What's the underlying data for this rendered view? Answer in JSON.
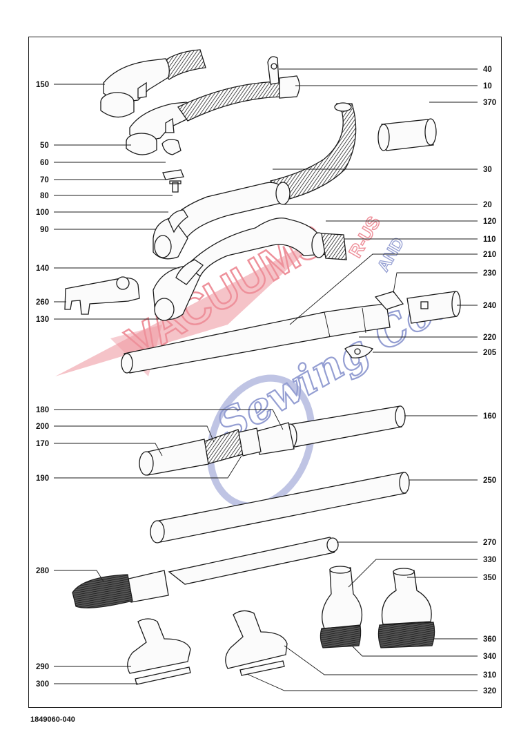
{
  "document_number": "1849060-040",
  "watermark_text": [
    "VACUUMS",
    "R-US",
    "AND",
    "Sewing Co."
  ],
  "colors": {
    "line": "#1a1a1a",
    "watermark_red": "#e0384a",
    "watermark_blue": "#3d4fae"
  },
  "parts": [
    {
      "id": "150"
    },
    {
      "id": "50"
    },
    {
      "id": "60"
    },
    {
      "id": "70"
    },
    {
      "id": "80"
    },
    {
      "id": "100"
    },
    {
      "id": "90"
    },
    {
      "id": "140"
    },
    {
      "id": "260"
    },
    {
      "id": "130"
    },
    {
      "id": "40"
    },
    {
      "id": "10"
    },
    {
      "id": "370"
    },
    {
      "id": "30"
    },
    {
      "id": "20"
    },
    {
      "id": "120"
    },
    {
      "id": "110"
    },
    {
      "id": "210"
    },
    {
      "id": "230"
    },
    {
      "id": "240"
    },
    {
      "id": "220"
    },
    {
      "id": "205"
    },
    {
      "id": "180"
    },
    {
      "id": "200"
    },
    {
      "id": "170"
    },
    {
      "id": "190"
    },
    {
      "id": "160"
    },
    {
      "id": "250"
    },
    {
      "id": "270"
    },
    {
      "id": "280"
    },
    {
      "id": "330"
    },
    {
      "id": "350"
    },
    {
      "id": "360"
    },
    {
      "id": "340"
    },
    {
      "id": "290"
    },
    {
      "id": "300"
    },
    {
      "id": "310"
    },
    {
      "id": "320"
    }
  ]
}
